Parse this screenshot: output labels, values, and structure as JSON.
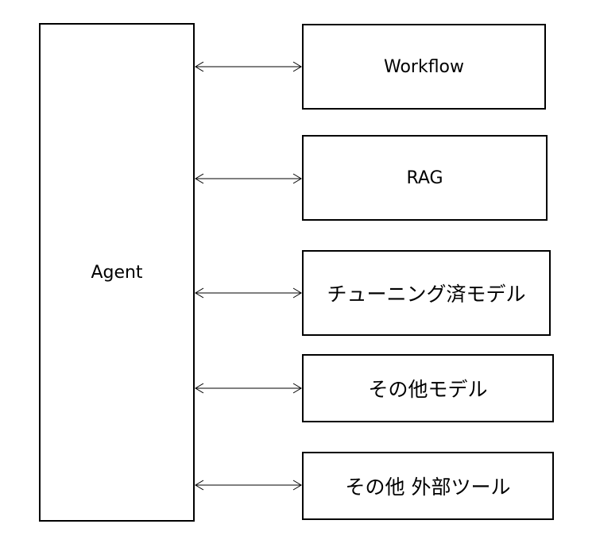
{
  "diagram": {
    "agent": {
      "label": "Agent"
    },
    "components": [
      {
        "id": "workflow",
        "label": "Workflow"
      },
      {
        "id": "rag",
        "label": "RAG"
      },
      {
        "id": "tuned-model",
        "label": "チューニング済モデル"
      },
      {
        "id": "other-model",
        "label": "その他モデル"
      },
      {
        "id": "external-tools",
        "label": "その他 外部ツール"
      }
    ],
    "connections": [
      {
        "from": "agent",
        "to": "workflow",
        "direction": "bidirectional"
      },
      {
        "from": "agent",
        "to": "rag",
        "direction": "bidirectional"
      },
      {
        "from": "agent",
        "to": "tuned-model",
        "direction": "bidirectional"
      },
      {
        "from": "agent",
        "to": "other-model",
        "direction": "bidirectional"
      },
      {
        "from": "agent",
        "to": "external-tools",
        "direction": "bidirectional"
      }
    ]
  }
}
